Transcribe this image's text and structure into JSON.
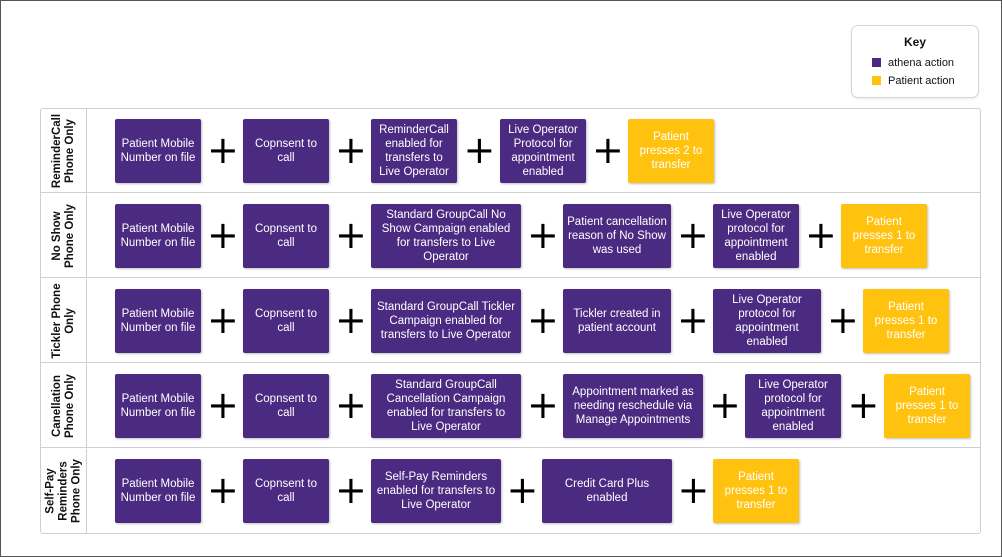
{
  "colors": {
    "athena_action": "#4b2a82",
    "patient_action": "#ffc20e"
  },
  "key": {
    "title": "Key",
    "items": [
      {
        "label": "athena action",
        "type": "athena"
      },
      {
        "label": "Patient action",
        "type": "patient"
      }
    ]
  },
  "operator": "+",
  "rows": [
    {
      "label": "ReminderCall Phone Only",
      "steps": [
        {
          "text": "Patient Mobile Number on file",
          "type": "athena"
        },
        {
          "text": "Copnsent to call",
          "type": "athena"
        },
        {
          "text": "ReminderCall enabled for transfers to Live Operator",
          "type": "athena"
        },
        {
          "text": "Live Operator Protocol for appointment enabled",
          "type": "athena"
        },
        {
          "text": "Patient presses 2 to transfer",
          "type": "patient"
        }
      ]
    },
    {
      "label": "No Show Phone Only",
      "steps": [
        {
          "text": "Patient Mobile Number on file",
          "type": "athena"
        },
        {
          "text": "Copnsent to call",
          "type": "athena"
        },
        {
          "text": "Standard GroupCall No Show Campaign enabled for transfers to Live Operator",
          "type": "athena"
        },
        {
          "text": "Patient cancellation reason of No Show was used",
          "type": "athena"
        },
        {
          "text": "Live Operator protocol for appointment enabled",
          "type": "athena"
        },
        {
          "text": "Patient presses 1 to transfer",
          "type": "patient"
        }
      ]
    },
    {
      "label": "Tickler Phone Only",
      "steps": [
        {
          "text": "Patient Mobile Number on file",
          "type": "athena"
        },
        {
          "text": "Copnsent to call",
          "type": "athena"
        },
        {
          "text": "Standard GroupCall Tickler Campaign enabled for transfers to Live Operator",
          "type": "athena"
        },
        {
          "text": "Tickler created in patient account",
          "type": "athena"
        },
        {
          "text": "Live Operator protocol for appointment enabled",
          "type": "athena"
        },
        {
          "text": "Patient presses 1 to transfer",
          "type": "patient"
        }
      ]
    },
    {
      "label": "Canellation Phone Only",
      "steps": [
        {
          "text": "Patient Mobile Number on file",
          "type": "athena"
        },
        {
          "text": "Copnsent to call",
          "type": "athena"
        },
        {
          "text": "Standard GroupCall Cancellation Campaign enabled for transfers to Live Operator",
          "type": "athena"
        },
        {
          "text": "Appointment marked as needing reschedule via Manage Appointments",
          "type": "athena"
        },
        {
          "text": "Live Operator protocol for appointment enabled",
          "type": "athena"
        },
        {
          "text": "Patient presses 1 to transfer",
          "type": "patient"
        }
      ]
    },
    {
      "label": "Self-Pay Reminders Phone Only",
      "steps": [
        {
          "text": "Patient Mobile Number on file",
          "type": "athena"
        },
        {
          "text": "Copnsent to call",
          "type": "athena"
        },
        {
          "text": "Self-Pay Reminders enabled for transfers to Live Operator",
          "type": "athena"
        },
        {
          "text": "Credit Card Plus enabled",
          "type": "athena"
        },
        {
          "text": "Patient presses 1 to transfer",
          "type": "patient"
        }
      ]
    }
  ]
}
